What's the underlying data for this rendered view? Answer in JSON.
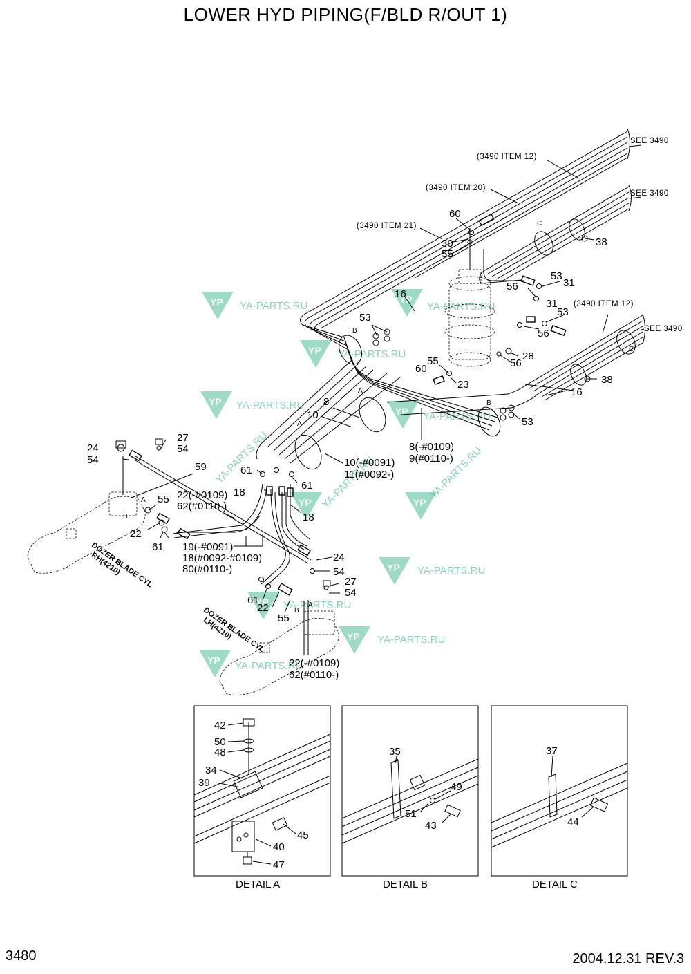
{
  "header": {
    "title": "LOWER HYD PIPING(F/BLD R/OUT 1)"
  },
  "footer": {
    "page_number": "3480",
    "revision": "2004.12.31  REV.3"
  },
  "watermark": {
    "badge": "YP",
    "text": "YA-PARTS.RU"
  },
  "refs": {
    "see_3490": "SEE 3490",
    "item_12": "(3490 ITEM 12)",
    "item_20": "(3490 ITEM 20)",
    "item_21": "(3490 ITEM 21)"
  },
  "section_letters": {
    "a": "A",
    "b": "B",
    "c": "C"
  },
  "part_numbers": {
    "p8": "8",
    "p10": "10",
    "p16": "16",
    "p18": "18",
    "p22": "22",
    "p23": "23",
    "p24": "24",
    "p27": "27",
    "p28": "28",
    "p30": "30",
    "p31": "31",
    "p38": "38",
    "p53": "53",
    "p54": "54",
    "p55": "55",
    "p56": "56",
    "p59": "59",
    "p60": "60",
    "p61": "61"
  },
  "serial_notes": {
    "n8": "8(-#0109)",
    "n9": "9(#0110-)",
    "n10": "10(-#0091)",
    "n11": "11(#0092-)",
    "n19": "19(-#0091)",
    "n18": "18(#0092-#0109)",
    "n80": "80(#0110-)",
    "n22": "22(-#0109)",
    "n62": "62(#0110-)"
  },
  "cylinder_labels": {
    "rh_line1": "DOZER BLADE CYL",
    "rh_line2": "RH(4210)",
    "lh_line1": "DOZER BLADE CYL",
    "lh_line2": "LH(4210)"
  },
  "details": [
    {
      "caption": "DETAIL  A",
      "parts": [
        "42",
        "50",
        "48",
        "34",
        "39",
        "45",
        "40",
        "47"
      ]
    },
    {
      "caption": "DETAIL  B",
      "parts": [
        "35",
        "49",
        "51",
        "43"
      ]
    },
    {
      "caption": "DETAIL  C",
      "parts": [
        "37",
        "44"
      ]
    }
  ]
}
